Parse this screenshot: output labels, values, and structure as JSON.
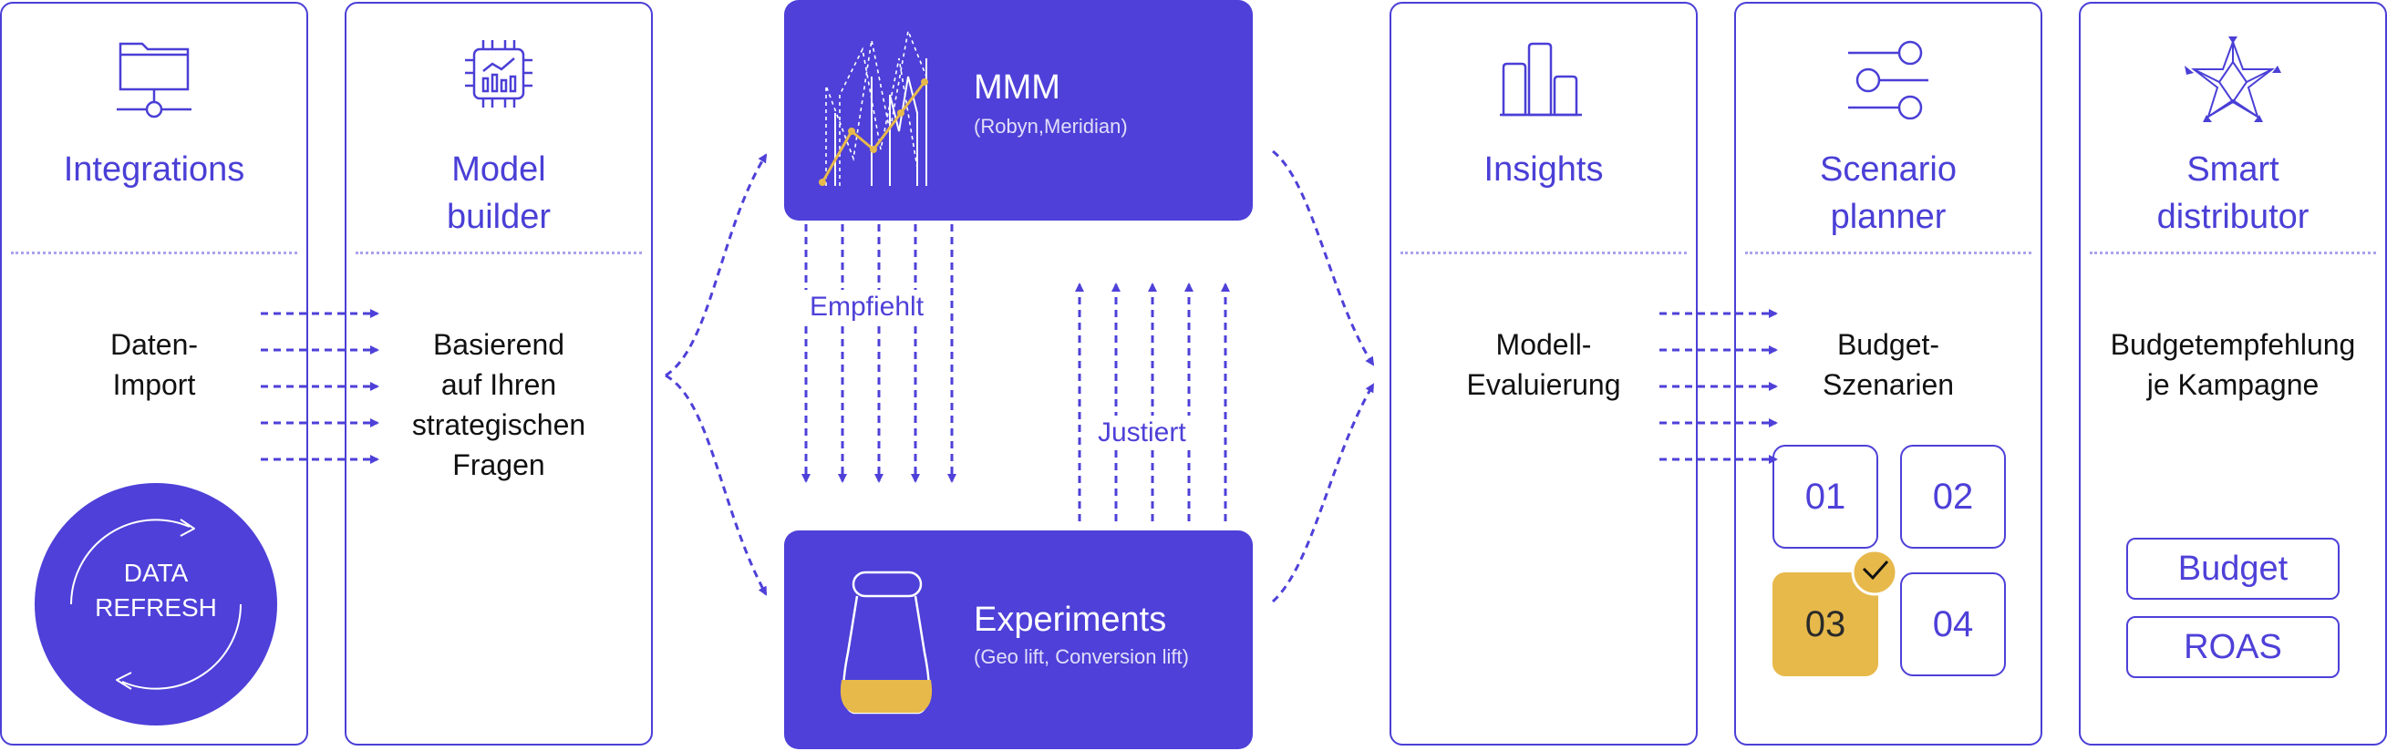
{
  "cards": {
    "integrations": {
      "title_line1": "Integrations",
      "title_line2": "",
      "text_line1": "Daten-",
      "text_line2": "Import",
      "icon": "folder-network-icon"
    },
    "model_builder": {
      "title_line1": "Model",
      "title_line2": "builder",
      "text_line1": "Basierend",
      "text_line2": "auf Ihren",
      "text_line3": "strategischen",
      "text_line4": "Fragen",
      "icon": "chip-chart-icon"
    },
    "insights": {
      "title_line1": "Insights",
      "title_line2": "",
      "text_line1": "Modell-",
      "text_line2": "Evaluierung",
      "icon": "bar-chart-icon"
    },
    "scenario_planner": {
      "title_line1": "Scenario",
      "title_line2": "planner",
      "text_line1": "Budget-",
      "text_line2": "Szenarien",
      "icon": "sliders-icon"
    },
    "smart_distributor": {
      "title_line1": "Smart",
      "title_line2": "distributor",
      "text_line1": "Budgetempfehlung",
      "text_line2": "je Kampagne",
      "icon": "star-network-icon"
    }
  },
  "data_refresh": {
    "line1": "DATA",
    "line2": "REFRESH"
  },
  "mmm": {
    "title": "MMM",
    "subtitle": "(Robyn,Meridian)"
  },
  "experiments": {
    "title": "Experiments",
    "subtitle": "(Geo lift, Conversion lift)"
  },
  "arrows": {
    "recommends": "Empfiehlt",
    "adjusts": "Justiert"
  },
  "scenarios": [
    "01",
    "02",
    "03",
    "04"
  ],
  "selected_scenario": "03",
  "metrics": [
    "Budget",
    "ROAS"
  ],
  "colors": {
    "primary": "#4e40d8",
    "accent": "#e7b94b",
    "divider": "#a9a3ec"
  }
}
